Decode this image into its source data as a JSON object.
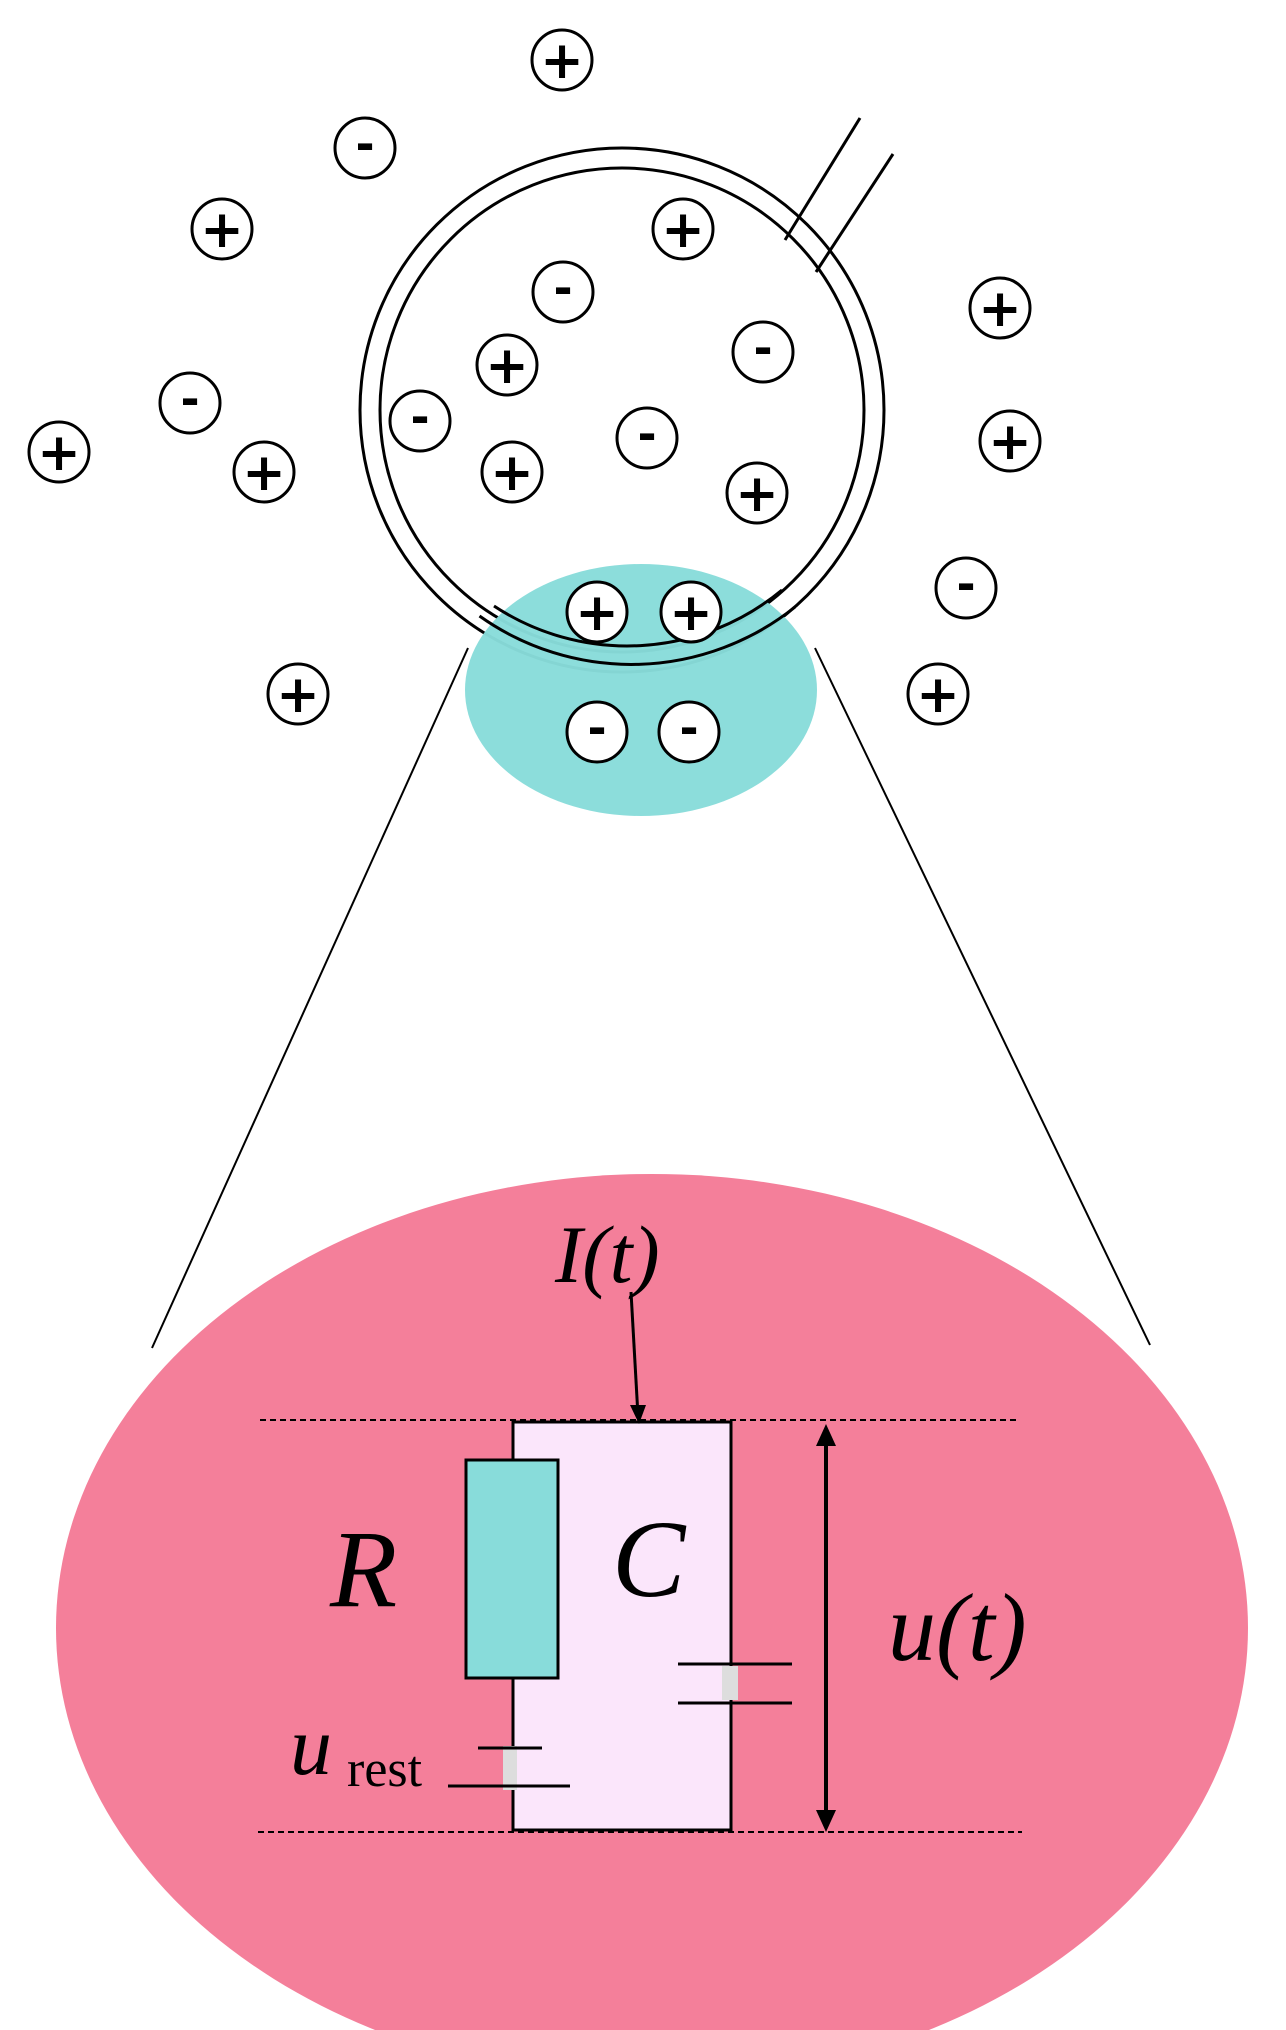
{
  "colors": {
    "background": "#ffffff",
    "ion_stroke": "#000000",
    "membrane_stroke": "#000000",
    "zoom_region_fill": "#88dcda",
    "circuit_ellipse_fill": "#f47f9a",
    "capacitor_box_fill": "#fbe6fb",
    "resistor_fill": "#88dcda",
    "plate_gap_fill": "#dddddd"
  },
  "ions": {
    "plus_symbol": "+",
    "minus_symbol": "-"
  },
  "circuit": {
    "current_label": "I(t)",
    "resistor_label": "R",
    "capacitor_label": "C",
    "voltage_label": "u(t)",
    "rest_potential_main": "u",
    "rest_potential_sub": "rest"
  }
}
